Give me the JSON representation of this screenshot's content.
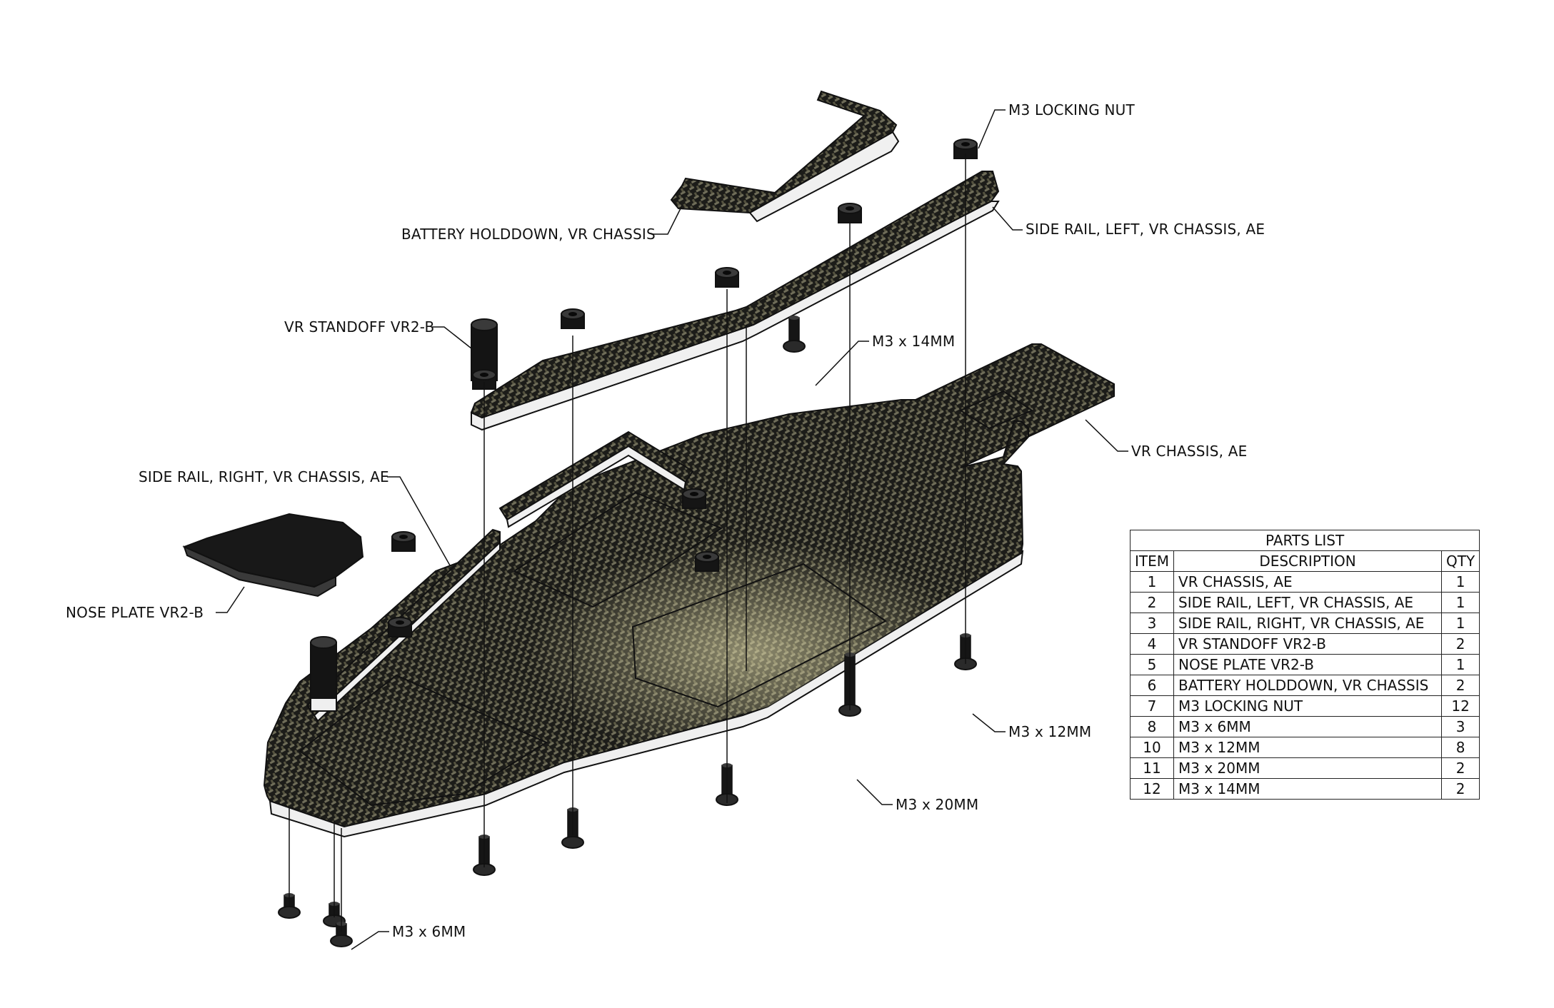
{
  "callouts": {
    "battery_holddown": "BATTERY HOLDDOWN, VR CHASSIS",
    "m3_locking_nut": "M3 LOCKING NUT",
    "side_rail_left": "SIDE RAIL, LEFT, VR CHASSIS, AE",
    "vr_standoff": "VR STANDOFF VR2-B",
    "m3x14": "M3 x 14MM",
    "vr_chassis": "VR CHASSIS, AE",
    "side_rail_right": "SIDE RAIL, RIGHT, VR CHASSIS, AE",
    "nose_plate": "NOSE PLATE VR2-B",
    "m3x12": "M3 x 12MM",
    "m3x20": "M3 x 20MM",
    "m3x6": "M3 x 6MM"
  },
  "parts_list": {
    "title": "PARTS LIST",
    "headers": {
      "item": "ITEM",
      "description": "DESCRIPTION",
      "qty": "QTY"
    },
    "rows": [
      {
        "item": "1",
        "description": "VR CHASSIS, AE",
        "qty": "1"
      },
      {
        "item": "2",
        "description": "SIDE RAIL, LEFT, VR CHASSIS, AE",
        "qty": "1"
      },
      {
        "item": "3",
        "description": "SIDE RAIL, RIGHT, VR CHASSIS, AE",
        "qty": "1"
      },
      {
        "item": "4",
        "description": "VR STANDOFF VR2-B",
        "qty": "2"
      },
      {
        "item": "5",
        "description": "NOSE PLATE VR2-B",
        "qty": "1"
      },
      {
        "item": "6",
        "description": "BATTERY HOLDDOWN, VR CHASSIS",
        "qty": "2"
      },
      {
        "item": "7",
        "description": "M3 LOCKING NUT",
        "qty": "12"
      },
      {
        "item": "8",
        "description": "M3 x 6MM",
        "qty": "3"
      },
      {
        "item": "10",
        "description": "M3 x 12MM",
        "qty": "8"
      },
      {
        "item": "11",
        "description": "M3 x 20MM",
        "qty": "2"
      },
      {
        "item": "12",
        "description": "M3 x 14MM",
        "qty": "2"
      }
    ]
  },
  "colors": {
    "carbon_dark": "#1e1e1a",
    "carbon_light": "#8c8a72",
    "edge_white": "#f2f2f2",
    "hardware_black": "#151515",
    "line": "#111111"
  }
}
